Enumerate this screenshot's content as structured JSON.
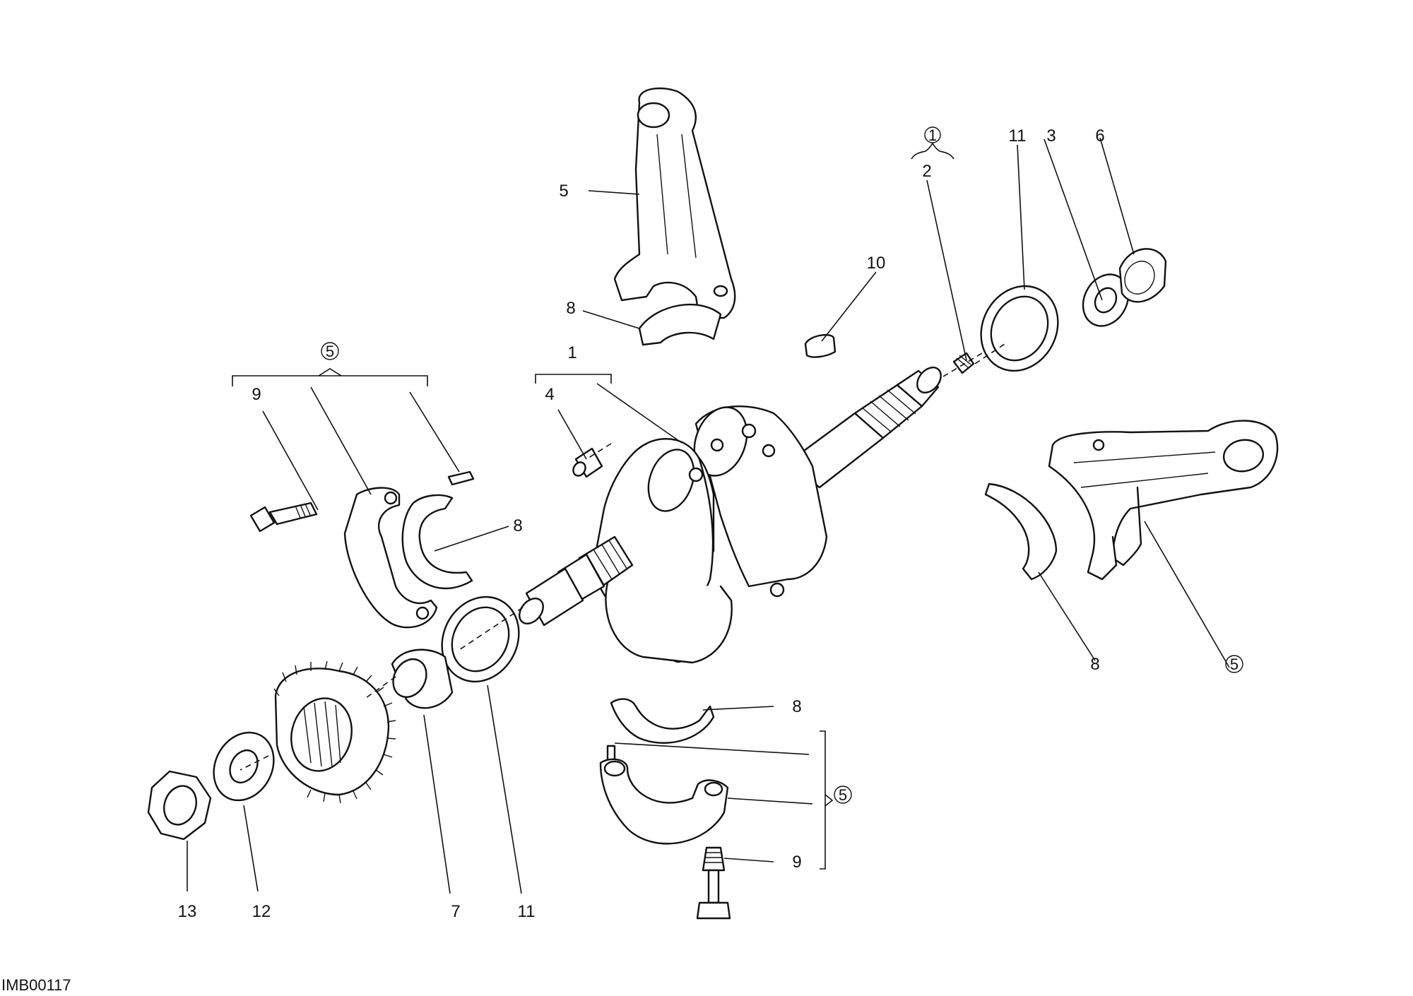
{
  "callouts": {
    "c1": "1",
    "c2": "2",
    "c3": "3",
    "c4": "4",
    "c5": "5",
    "c6": "6",
    "c7": "7",
    "c8a": "8",
    "c8b": "8",
    "c8c": "8",
    "c8d": "8",
    "c9a": "9",
    "c9b": "9",
    "c10": "10",
    "c11a": "11",
    "c11b": "11",
    "c12": "12",
    "c13": "13"
  },
  "circled": {
    "g1": "1",
    "g5a": "5",
    "g5b": "5",
    "g5c": "5"
  },
  "ref_code": "IMB00117"
}
